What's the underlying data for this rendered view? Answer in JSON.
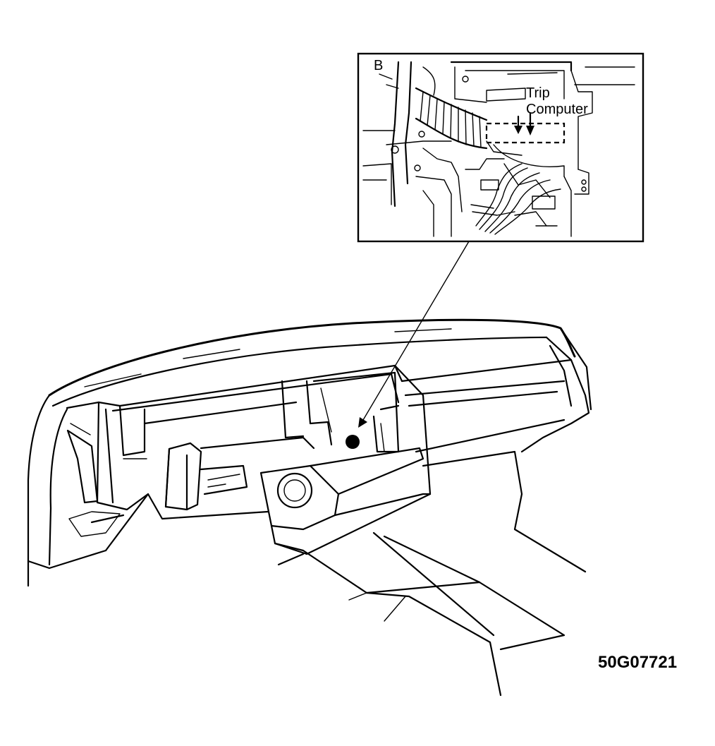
{
  "figure_code": "50G07721",
  "inset": {
    "view_label": "B",
    "callout_line1": "Trip",
    "callout_line2": "Computer"
  }
}
